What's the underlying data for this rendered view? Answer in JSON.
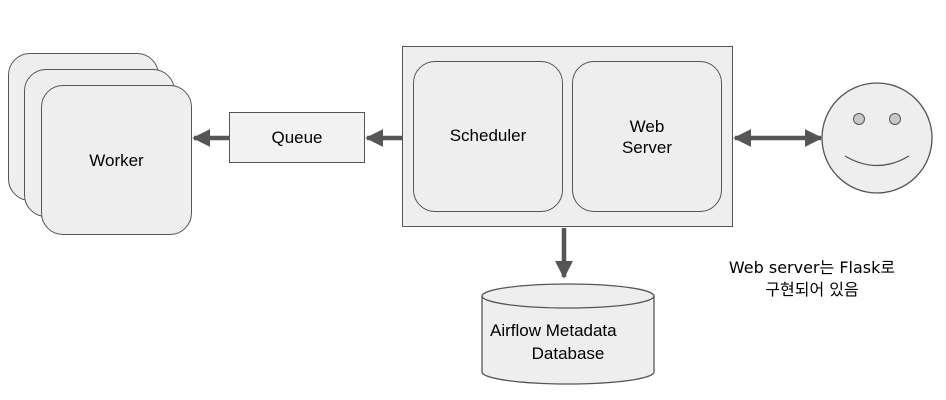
{
  "diagram": {
    "worker": {
      "label": "Worker"
    },
    "queue": {
      "label": "Queue"
    },
    "scheduler": {
      "label": "Scheduler"
    },
    "web_server": {
      "label_line1": "Web",
      "label_line2": "Server"
    },
    "database": {
      "label_line1": "Airflow Metadata",
      "label_line2": "Database"
    },
    "note": {
      "line1": "Web server는 Flask로",
      "line2": "구현되어 있음"
    },
    "user_icon": "smiley-face-icon"
  },
  "colors": {
    "node_fill": "#eeeeee",
    "stroke": "#555555",
    "arrow": "#555555"
  }
}
